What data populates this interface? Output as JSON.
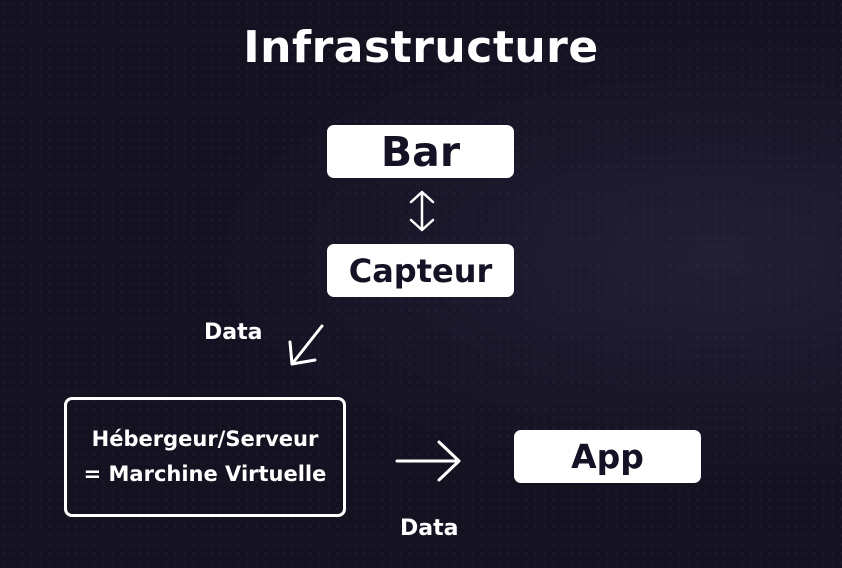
{
  "title": "Infrastructure",
  "nodes": {
    "bar": "Bar",
    "capteur": "Capteur",
    "server_line1": "Hébergeur/Serveur",
    "server_line2": "= Marchine Virtuelle",
    "app": "App"
  },
  "edges": {
    "capteur_to_server": "Data",
    "server_to_app": "Data"
  },
  "colors": {
    "background": "#141121",
    "foreground": "#ffffff",
    "box_text": "#151225"
  }
}
